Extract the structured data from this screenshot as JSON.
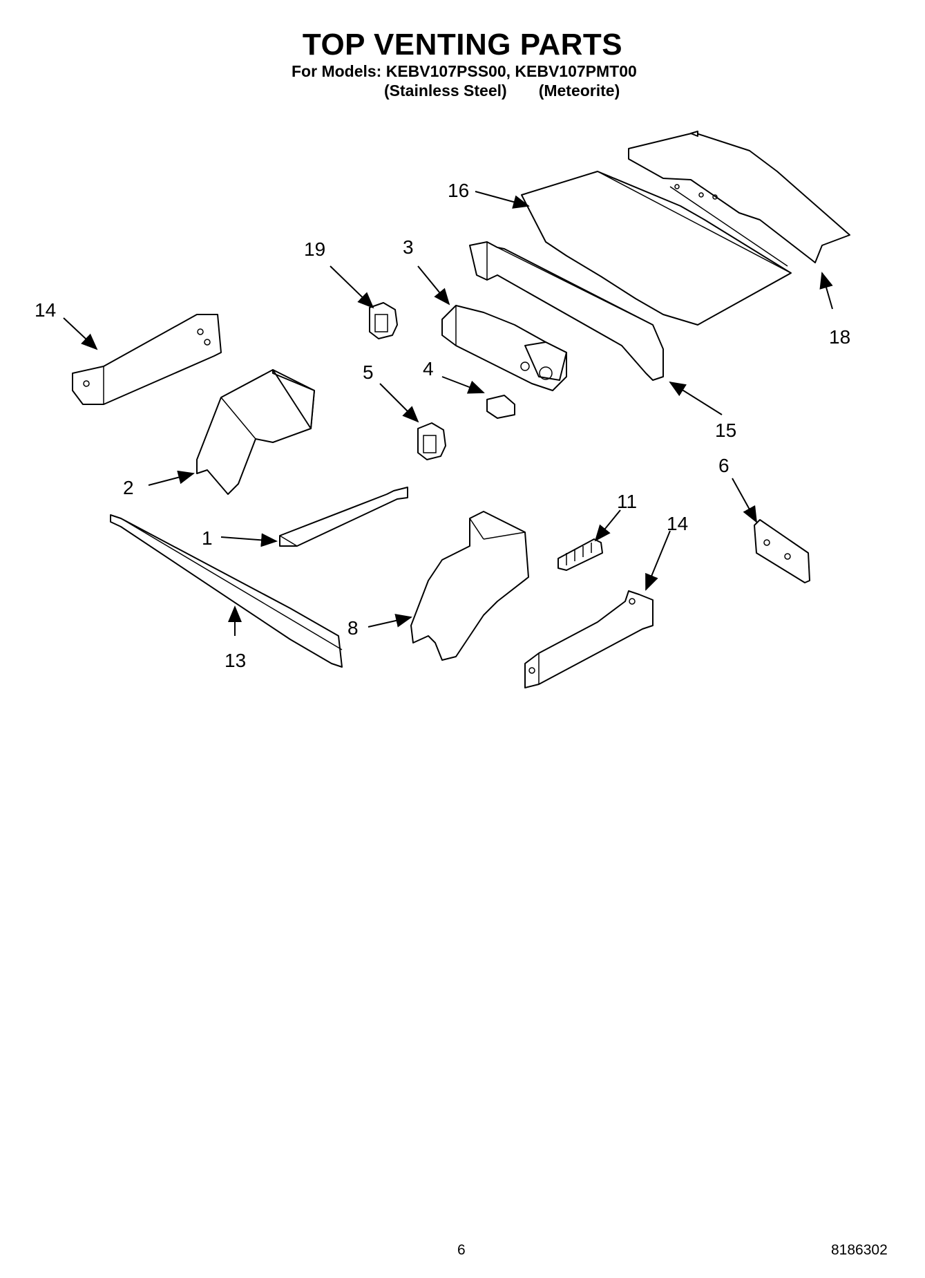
{
  "header": {
    "title": "TOP VENTING PARTS",
    "models_label": "For Models:",
    "models": "KEBV107PSS00, KEBV107PMT00",
    "finish_1": "(Stainless Steel)",
    "finish_2": "(Meteorite)"
  },
  "callouts": [
    "16",
    "19",
    "3",
    "14",
    "18",
    "5",
    "4",
    "15",
    "2",
    "6",
    "1",
    "11",
    "14",
    "8",
    "13"
  ],
  "footer": {
    "page_number": "6",
    "document_number": "8186302"
  }
}
